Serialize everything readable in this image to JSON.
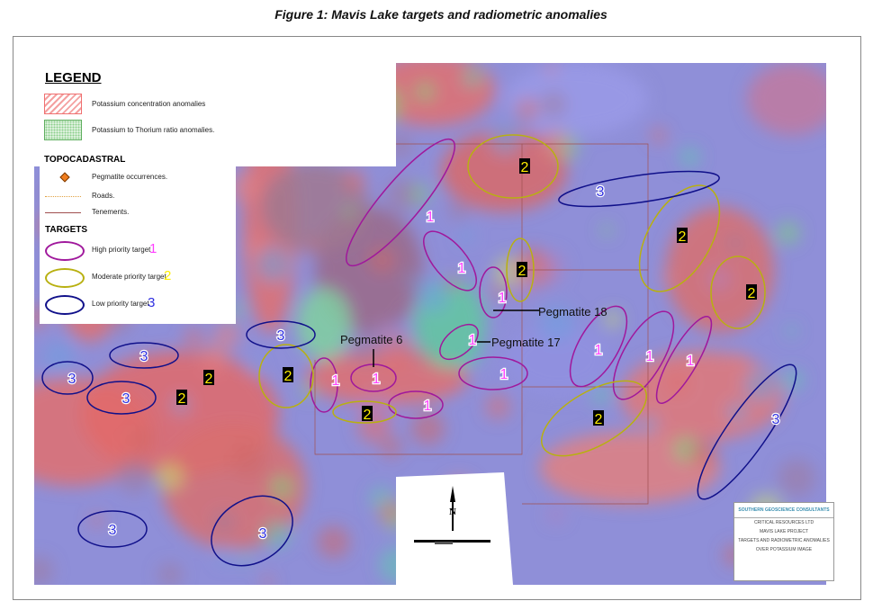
{
  "figure_title": "Figure 1: Mavis Lake targets and radiometric anomalies",
  "legend": {
    "title": "LEGEND",
    "anomalies": [
      {
        "label": "Potassium concentration anomalies",
        "color": "#f07070"
      },
      {
        "label": "Potassium to Thorium ratio anomalies.",
        "color": "#5fae5f"
      }
    ],
    "topocadastral_heading": "TOPOCADASTRAL",
    "topocadastral": [
      {
        "label": "Pegmatite occurrences.",
        "icon": "diamond-icon",
        "color": "#f07d1e"
      },
      {
        "label": "Roads.",
        "color": "#e0a040"
      },
      {
        "label": "Tenements.",
        "color": "#a05050"
      }
    ],
    "targets_heading": "TARGETS",
    "targets": [
      {
        "label": "High priority target",
        "number": "1",
        "color": "#a0189c",
        "num_color": "#ff40ff"
      },
      {
        "label": "Moderate priority target",
        "number": "2",
        "color": "#b8b010",
        "num_color": "#ffee00"
      },
      {
        "label": "Low priority target",
        "number": "3",
        "color": "#10108a",
        "num_color": "#3030e0"
      }
    ]
  },
  "pegmatite_labels": [
    "Pegmatite 18",
    "Pegmatite 17",
    "Pegmatite 6"
  ],
  "north_arrow": "N",
  "title_block": {
    "company": "SOUTHERN GEOSCIENCE CONSULTANTS",
    "client": "CRITICAL RESOURCES LTD",
    "project": "MAVIS LAKE PROJECT",
    "map_title": "TARGETS AND RADIOMETRIC ANOMALIES",
    "map_subtitle": "OVER POTASSIUM IMAGE"
  }
}
